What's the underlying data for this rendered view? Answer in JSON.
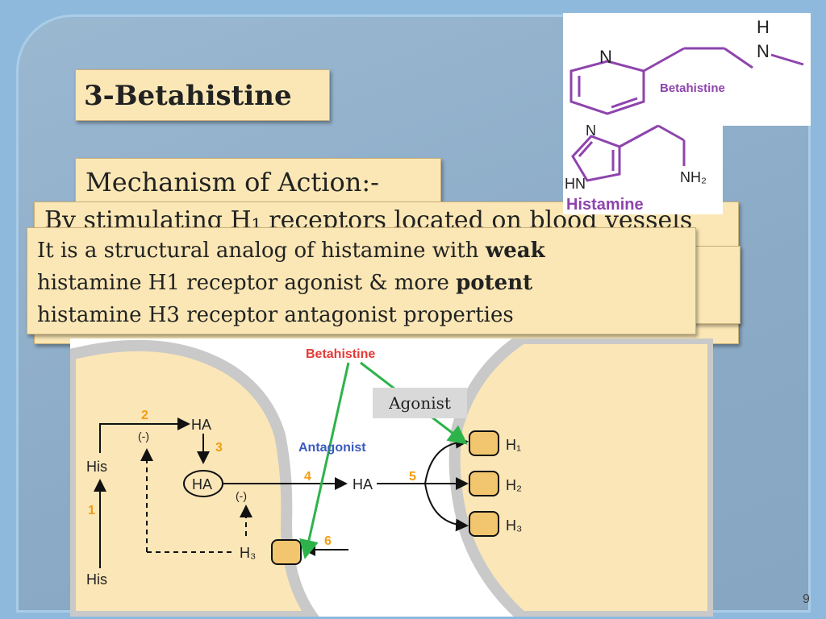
{
  "slide": {
    "title": "3-Betahistine",
    "subtitle": "Mechanism of Action:-",
    "hidden_text": "By stimulating H₁ receptors located on blood vessels",
    "desc_part1": "It is a structural analog of histamine with ",
    "desc_bold1": "weak",
    "desc_part2": "histamine H1 receptor agonist & more ",
    "desc_bold2": "potent",
    "desc_part3": "histamine H3 receptor antagonist properties",
    "page_number": "9"
  },
  "chem": {
    "betahistine_label": "Betahistine",
    "histamine_label": "Histamine",
    "n1": "N",
    "h_top": "H",
    "n2": "N",
    "n3": "N",
    "hn": "HN",
    "nh2": "NH₂"
  },
  "diagram": {
    "drug_label": "Betahistine",
    "agonist_label": "Agonist",
    "antagonist_label": "Antagonist",
    "his_top": "His",
    "his_bottom": "His",
    "ha_top": "HA",
    "ha_vesicle": "HA",
    "ha_cleft": "HA",
    "step1": "1",
    "step2": "2",
    "step3": "3",
    "step4": "4",
    "step5": "5",
    "step6": "6",
    "inhibit1": "(-)",
    "inhibit2": "(-)",
    "h3_pre": "H₃",
    "h1": "H₁",
    "h2": "H₂",
    "h3": "H₃"
  },
  "colors": {
    "tag_bg": "#fae7b5",
    "purple": "#8e44ad",
    "green": "#2eb34a",
    "red": "#e53935",
    "orange": "#f39c12"
  }
}
